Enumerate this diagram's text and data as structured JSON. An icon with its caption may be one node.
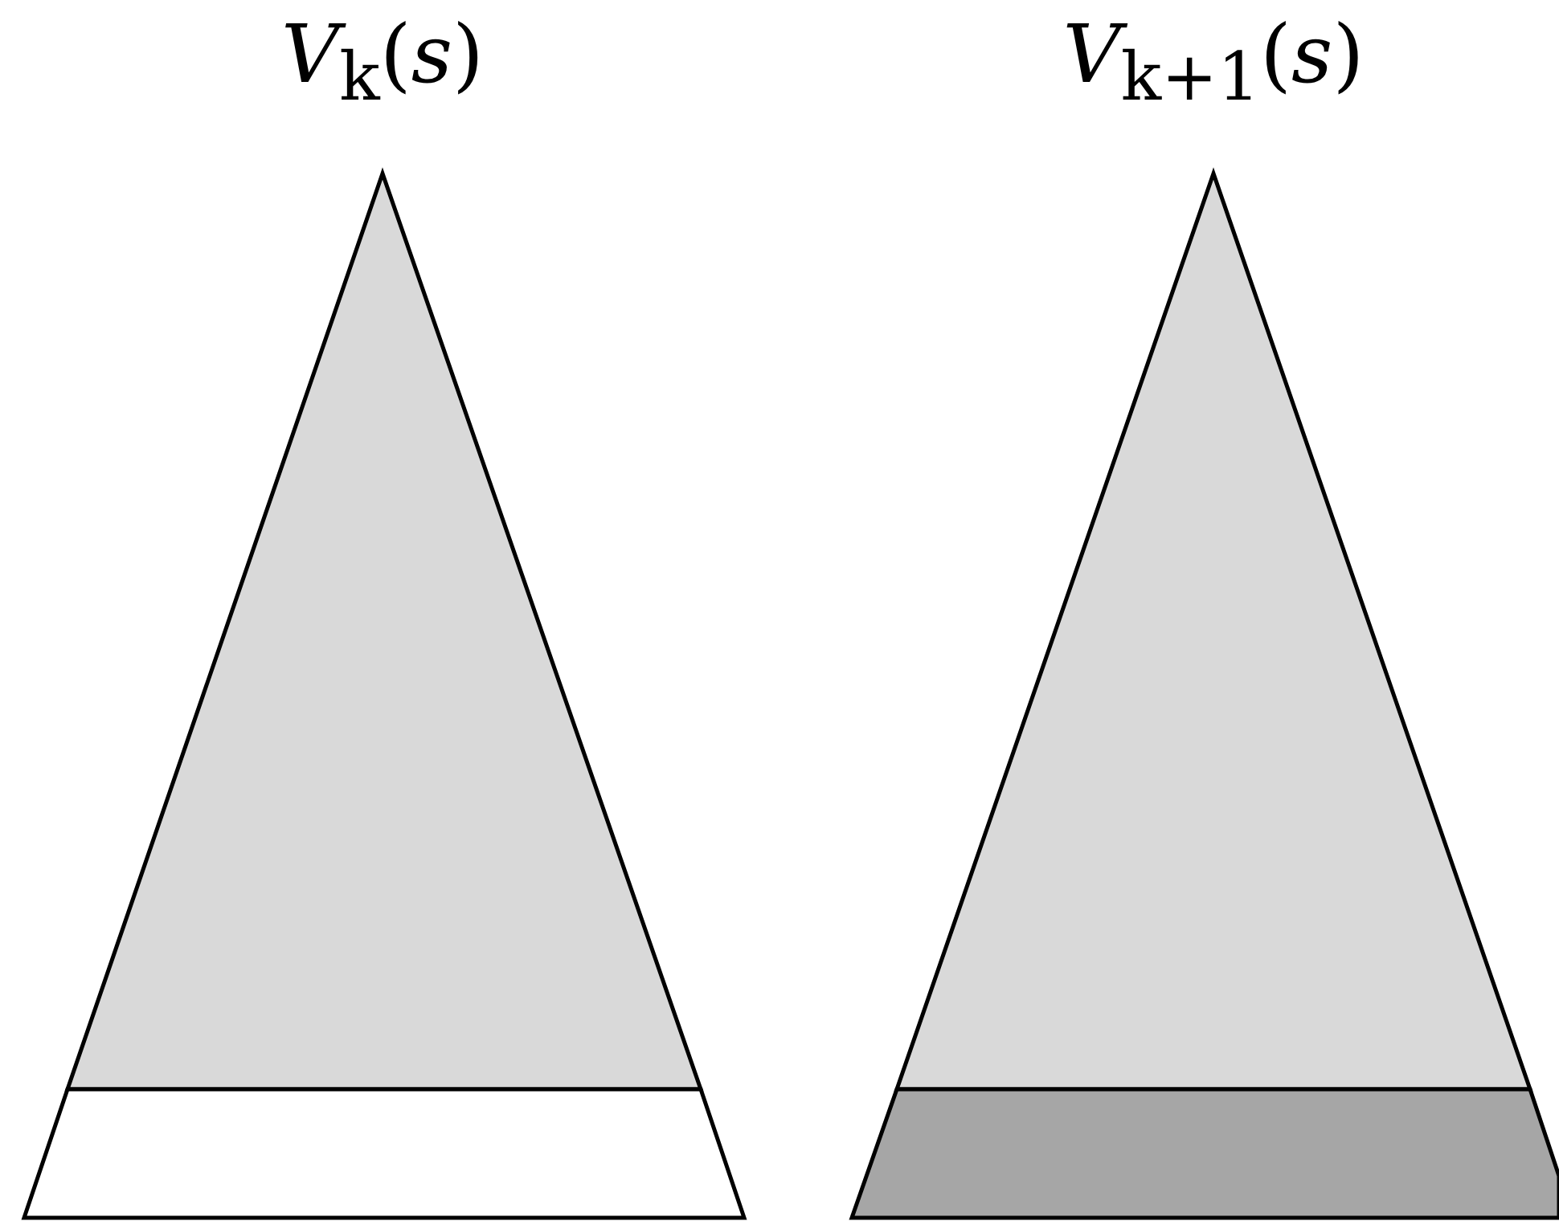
{
  "diagram": {
    "nodes": [
      {
        "text": [
          "*V*$_{k}$(*s*)"
        ]
      },
      {
        "text": [],
        "shape": "trapezoid"
      },
      {
        "text": [
          "*V*$_{k+1}$(*s*)"
        ]
      },
      {
        "text": [],
        "shape": "trapezoid"
      }
    ]
  }
}
